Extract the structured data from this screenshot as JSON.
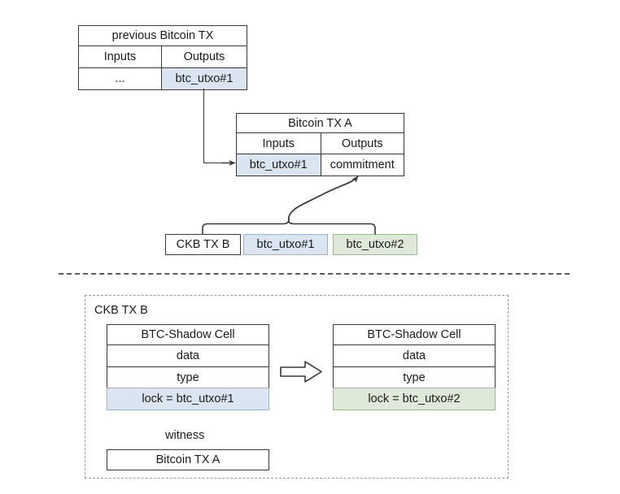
{
  "diagram": {
    "title_hidden": "Bitcoin transaction committing to a CKB transaction via BTC-Shadow Cells",
    "colors": {
      "blue_fill": "#dbe5f1",
      "green_fill": "#dfe9d9",
      "blue_edge": "#9bb3cd",
      "green_edge": "#9dbb92",
      "stroke": "#3a3a3a",
      "dashed": "#9a9a9a",
      "background": "#ffffff"
    }
  },
  "upper": {
    "prev_tx": {
      "title": "previous Bitcoin TX",
      "col_inputs": "Inputs",
      "col_outputs": "Outputs",
      "input_value": "...",
      "output_value": "btc_utxo#1"
    },
    "tx_a": {
      "title": "Bitcoin TX A",
      "col_inputs": "Inputs",
      "col_outputs": "Outputs",
      "input_value": "btc_utxo#1",
      "output_value": "commitment"
    },
    "ckb_row": {
      "tx_label": "CKB TX B",
      "utxo_in": "btc_utxo#1",
      "utxo_out": "btc_utxo#2"
    }
  },
  "lower": {
    "container_title": "CKB TX B",
    "input_cell": {
      "title": "BTC-Shadow Cell",
      "data": "data",
      "type": "type",
      "lock": "lock = btc_utxo#1"
    },
    "output_cell": {
      "title": "BTC-Shadow Cell",
      "data": "data",
      "type": "type",
      "lock": "lock = btc_utxo#2"
    },
    "witness_label": "witness",
    "witness_source": "Bitcoin TX A"
  }
}
